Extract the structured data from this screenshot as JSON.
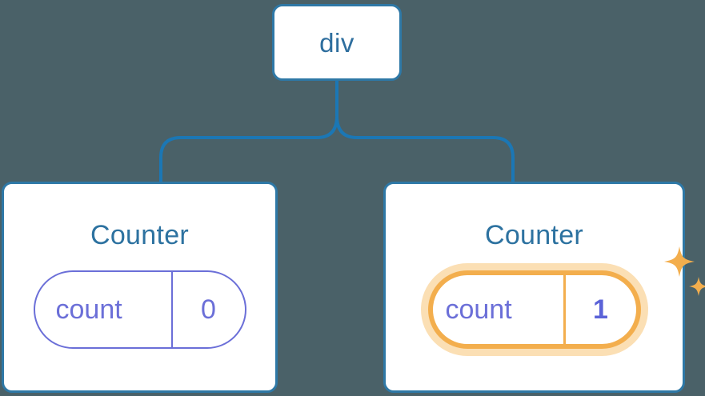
{
  "diagram": {
    "type": "component-tree",
    "background_color": "#4a6168",
    "connector_color": "#1b77b5",
    "node_border_color": "#2e78a6",
    "node_fill_color": "#ffffff",
    "title_color": "#2d72a0",
    "pill_color": "#6b6fd8",
    "highlight_color": "#f3ae4d",
    "highlight_glow_color": "#fbdfb4",
    "highlight_value_color": "#5b63d8"
  },
  "root": {
    "label": "div"
  },
  "children": [
    {
      "title": "Counter",
      "state": {
        "key": "count",
        "value": "0"
      },
      "highlighted": false,
      "sparkles": false
    },
    {
      "title": "Counter",
      "state": {
        "key": "count",
        "value": "1"
      },
      "highlighted": true,
      "sparkles": true
    }
  ],
  "icons": {
    "sparkle_large": "sparkle-icon",
    "sparkle_small": "sparkle-icon"
  }
}
